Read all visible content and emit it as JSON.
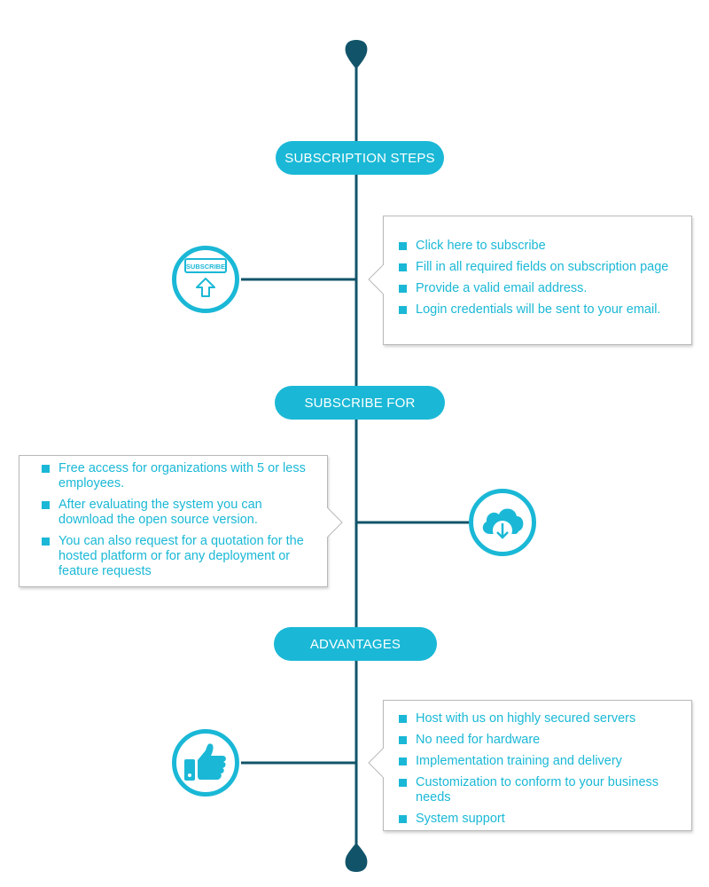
{
  "colors": {
    "accent": "#1ab8d6",
    "line": "#11546a"
  },
  "sections": [
    {
      "title": "SUBSCRIPTION STEPS",
      "icon": "subscribe-icon",
      "icon_label": "SUBSCRIBE",
      "items": [
        "Click here to subscribe",
        "Fill in all required fields on subscription page",
        "Provide a valid email address.",
        "Login credentials will be sent to your email."
      ]
    },
    {
      "title": "SUBSCRIBE FOR",
      "icon": "cloud-download-icon",
      "items": [
        "Free access for organizations with 5 or less employees.",
        "After evaluating the system you can download the open source version.",
        "You can also request for a quotation for the hosted platform or for any deployment or feature requests"
      ]
    },
    {
      "title": "ADVANTAGES",
      "icon": "thumbs-up-icon",
      "items": [
        "Host with us on highly secured servers",
        "No need for hardware",
        "Implementation training and delivery",
        "Customization to conform to your business needs",
        "System support"
      ]
    }
  ]
}
